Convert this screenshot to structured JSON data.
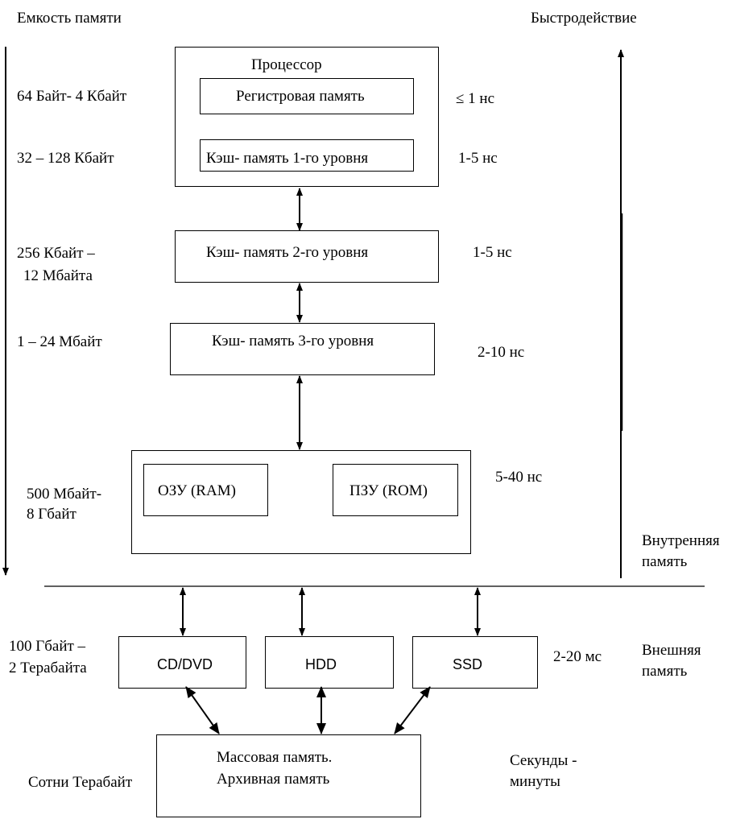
{
  "headers": {
    "capacity": "Емкость памяти",
    "speed": "Быстродействие"
  },
  "processor": {
    "title": "Процессор",
    "registers": "Регистровая память",
    "l1": "Кэш- память 1-го уровня"
  },
  "l2": "Кэш- память 2-го уровня",
  "l3": "Кэш- память 3-го уровня",
  "ram": "ОЗУ (RAM)",
  "rom": "ПЗУ (ROM)",
  "cd": "CD/DVD",
  "hdd": "HDD",
  "ssd": "SSD",
  "mass": {
    "line1": "Массовая память.",
    "line2": "Архивная память"
  },
  "capacities": {
    "registers": "64 Байт- 4 Кбайт",
    "l1": "32 – 128 Кбайт",
    "l2_line1": "256 Кбайт –",
    "l2_line2": "12 Мбайта",
    "l3": "1 –  24 Мбайт",
    "main_line1": "500 Мбайт-",
    "main_line2": "8 Гбайт",
    "external_line1": "100  Гбайт –",
    "external_line2": "2 Терабайта",
    "archive": "Сотни Терабайт"
  },
  "speeds": {
    "registers": "≤  1 нс",
    "l1": "1-5 нс",
    "l2": "1-5 нс",
    "l3": "2-10 нс",
    "main": "5-40 нс",
    "external": "2-20 мс",
    "archive_line1": "Секунды -",
    "archive_line2": "минуты"
  },
  "sections": {
    "internal_line1": "Внутренняя",
    "internal_line2": "память",
    "external_line1": "Внешняя",
    "external_line2": "память"
  }
}
